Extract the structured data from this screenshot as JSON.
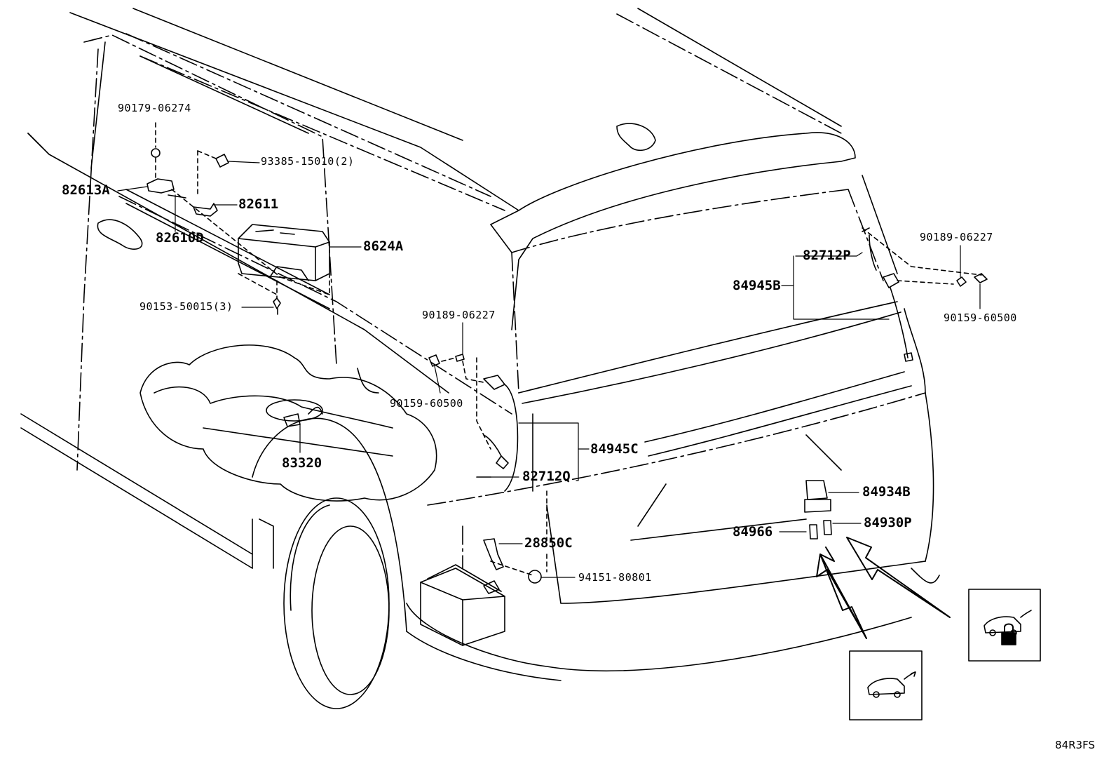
{
  "diagram": {
    "reference_code": "84R3FS",
    "part_labels": [
      {
        "id": "p1",
        "text": "90179-06274"
      },
      {
        "id": "p2",
        "text": "93385-15010(2)"
      },
      {
        "id": "p3",
        "text": "82613A"
      },
      {
        "id": "p4",
        "text": "82611"
      },
      {
        "id": "p5",
        "text": "82610D"
      },
      {
        "id": "p6",
        "text": "8624A"
      },
      {
        "id": "p7",
        "text": "90153-50015(3)"
      },
      {
        "id": "p8",
        "text": "90189-06227"
      },
      {
        "id": "p9",
        "text": "90159-60500"
      },
      {
        "id": "p10",
        "text": "83320"
      },
      {
        "id": "p11",
        "text": "84945C"
      },
      {
        "id": "p12",
        "text": "82712Q"
      },
      {
        "id": "p13",
        "text": "28850C"
      },
      {
        "id": "p14",
        "text": "94151-80801"
      },
      {
        "id": "p15",
        "text": "82712P"
      },
      {
        "id": "p16",
        "text": "84945B"
      },
      {
        "id": "p17",
        "text": "90189-06227"
      },
      {
        "id": "p18",
        "text": "90159-60500"
      },
      {
        "id": "p19",
        "text": "84934B"
      },
      {
        "id": "p20",
        "text": "84966"
      },
      {
        "id": "p21",
        "text": "84930P"
      }
    ],
    "icons": [
      {
        "id": "tailgate-open",
        "name": "power-tailgate-icon"
      },
      {
        "id": "tailgate-lock",
        "name": "tailgate-lock-icon"
      }
    ]
  }
}
